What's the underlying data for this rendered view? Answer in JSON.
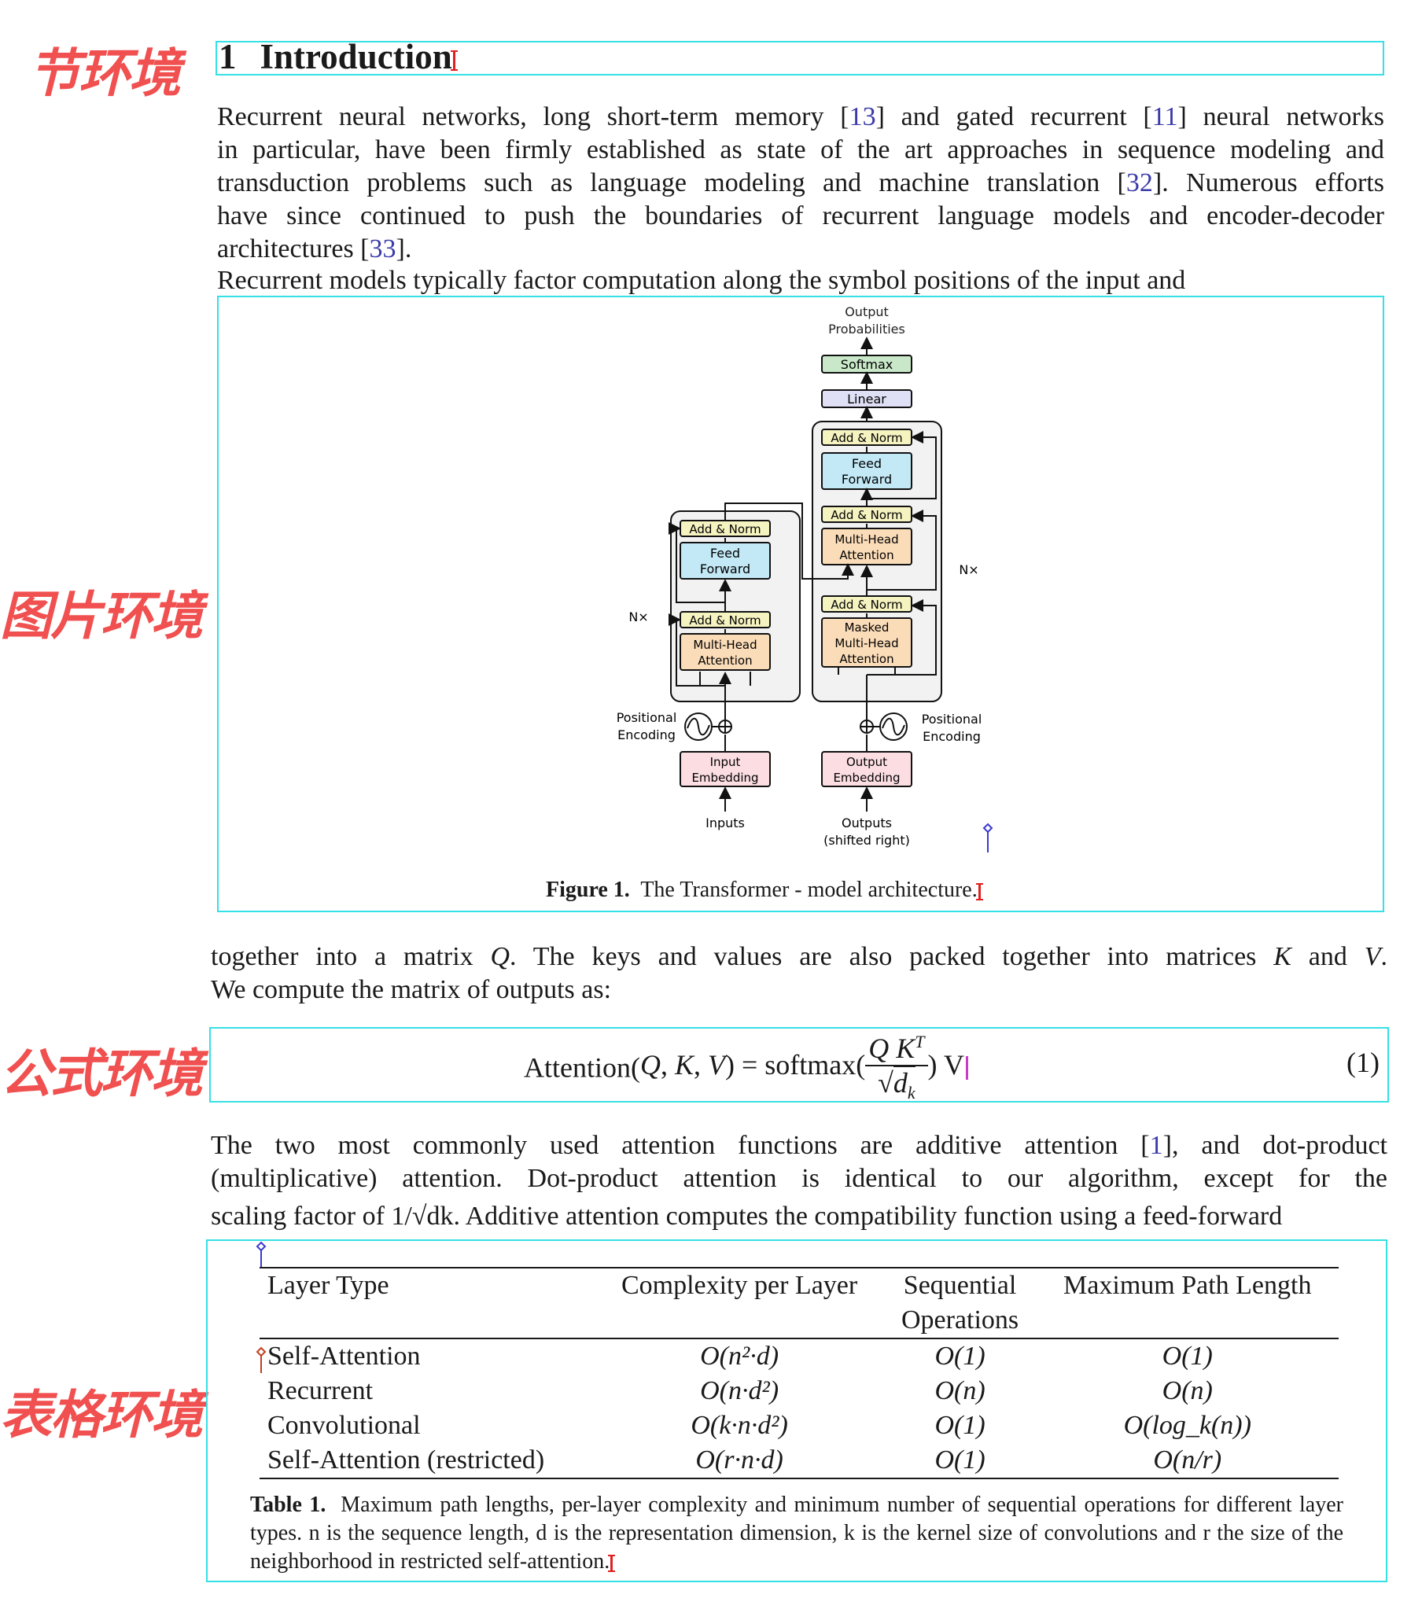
{
  "env_labels": {
    "section": "节环境",
    "figure": "图片环境",
    "equation": "公式环境",
    "table": "表格环境"
  },
  "section": {
    "number": "1",
    "title": "Introduction"
  },
  "intro_paragraph": {
    "lines": [
      [
        "Recurrent neural networks, long short-term memory [",
        "13",
        "] and gated recurrent [",
        "11",
        "] neural networks"
      ],
      [
        "in particular, have been firmly established as state of the art approaches in sequence modeling and"
      ],
      [
        "transduction problems such as language modeling and machine translation [",
        "32",
        "]. Numerous efforts"
      ],
      [
        "have since continued to push the boundaries of recurrent language models and encoder-decoder"
      ],
      [
        "architectures [",
        "33",
        "]."
      ]
    ],
    "cut_line": "Recurrent models typically factor computation along the symbol positions of the input and"
  },
  "figure": {
    "caption_label": "Figure 1.",
    "caption_text": "The Transformer - model architecture.",
    "diagram": {
      "output_probabilities": [
        "Output",
        "Probabilities"
      ],
      "softmax": "Softmax",
      "linear": "Linear",
      "add_norm": "Add & Norm",
      "feed_forward": [
        "Feed",
        "Forward"
      ],
      "multi_head_attention": [
        "Multi-Head",
        "Attention"
      ],
      "masked_multi_head_attention": [
        "Masked",
        "Multi-Head",
        "Attention"
      ],
      "nx": "N×",
      "positional_encoding": [
        "Positional",
        "Encoding"
      ],
      "input_embedding": [
        "Input",
        "Embedding"
      ],
      "output_embedding": [
        "Output",
        "Embedding"
      ],
      "inputs": "Inputs",
      "outputs": [
        "Outputs",
        "(shifted right)"
      ]
    }
  },
  "middle_paragraph": {
    "line1": [
      "together into a matrix ",
      "Q",
      ". The keys and values are also packed together into matrices ",
      "K",
      " and ",
      "V",
      "."
    ],
    "line2": "We compute the matrix of outputs as:"
  },
  "equation": {
    "lhs": "Attention(",
    "args": [
      "Q",
      "K",
      "V"
    ],
    "rhs_fn": ") = softmax(",
    "numerator": "Q K",
    "numerator_sup": "T",
    "denominator_root": "√",
    "denominator": "d",
    "denominator_sub": "k",
    "tail": ") V",
    "number": "(1)"
  },
  "after_eq_paragraph": {
    "line1": [
      "The two most commonly used attention functions are additive attention [",
      "1",
      "], and dot-product"
    ],
    "line2": "(multiplicative) attention. Dot-product attention is identical to our algorithm, except for the",
    "cut_line": "scaling factor of 1/√dk. Additive attention computes the compatibility function using a feed-forward"
  },
  "table": {
    "headers_row1": [
      "Layer Type",
      "Complexity per Layer",
      "Sequential",
      "Maximum Path Length"
    ],
    "headers_row2": [
      "",
      "",
      "Operations",
      ""
    ],
    "rows": [
      [
        "Self-Attention",
        "O(n²·d)",
        "O(1)",
        "O(1)"
      ],
      [
        "Recurrent",
        "O(n·d²)",
        "O(n)",
        "O(n)"
      ],
      [
        "Convolutional",
        "O(k·n·d²)",
        "O(1)",
        "O(log_k(n))"
      ],
      [
        "Self-Attention (restricted)",
        "O(r·n·d)",
        "O(1)",
        "O(n/r)"
      ]
    ],
    "caption_label": "Table 1.",
    "caption_text": "Maximum path lengths, per-layer complexity and minimum number of sequential operations for different layer types. n is the sequence length, d is the representation dimension, k is the kernel size of convolutions and r the size of the neighborhood in restricted self-attention."
  },
  "colors": {
    "box_border": "#35e0e6",
    "label_red": "#f0504f",
    "cite_blue": "#3b3ba8"
  }
}
